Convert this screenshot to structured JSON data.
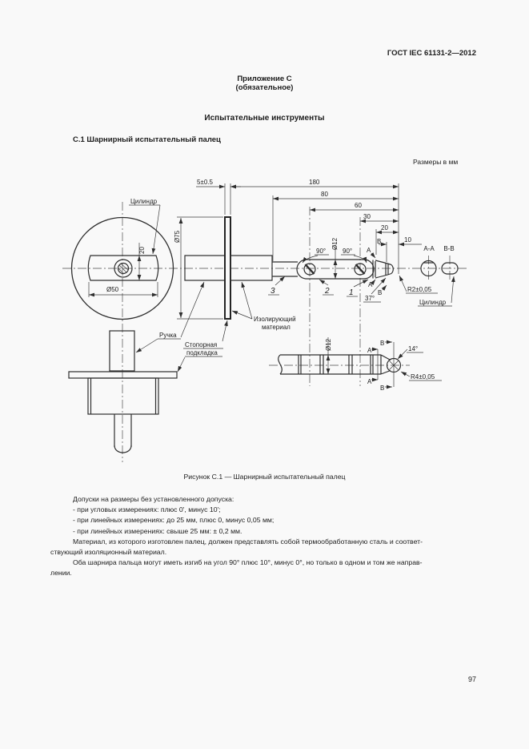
{
  "page": {
    "doc_number": "ГОСТ IEC 61131-2—2012",
    "appendix_title": "Приложение С",
    "appendix_subtitle": "(обязательное)",
    "section_title": "Испытательные инструменты",
    "subsection_title": "С.1 Шарнирный испытательный палец",
    "figure_caption": "Рисунок С.1 — Шарнирный испытательный палец",
    "page_number": "97"
  },
  "drawing": {
    "units_note": "Размеры в мм",
    "dims": {
      "d5": "5±0.5",
      "d180": "180",
      "d80": "80",
      "d60": "60",
      "d30": "30",
      "d20": "20",
      "d10": "10",
      "dia75": "Ø75",
      "dia50": "Ø50",
      "front20": "20",
      "dia12_top": "Ø12",
      "dia12_bottom": "Ø12",
      "deg90a": "90°",
      "deg90b": "90°",
      "deg37": "37°",
      "deg14": "14°",
      "r2": "R2±0,05",
      "r4": "R4±0,05"
    },
    "labels": {
      "cylinder_left": "Цилиндр",
      "cylinder_right": "Цилиндр",
      "handle": "Ручка",
      "stop_plate_1": "Стопорная",
      "stop_plate_2": "подкладка",
      "insulating_1": "Изолирующий",
      "insulating_2": "материал",
      "section_aa": "А-А",
      "section_bb": "В-В",
      "part1": "1",
      "part2": "2",
      "part3": "3"
    },
    "markers": {
      "a": "А",
      "b": "В"
    }
  },
  "notes": {
    "lines": [
      "Допуски на размеры без установленного допуска:",
      "- при угловых измерениях: плюс 0', минус 10';",
      "- при линейных измерениях: до 25 мм, плюс 0, минус 0,05 мм;",
      "- при линейных измерениях: свыше 25 мм: ± 0,2 мм.",
      "Материал, из которого изготовлен палец, должен представлять собой термообработанную сталь и соответ-",
      "ствующий изоляционный материал.",
      "Оба шарнира пальца могут иметь изгиб на угол 90° плюс 10°, минус 0°, но только в одном и том же направ-",
      "лении."
    ]
  }
}
